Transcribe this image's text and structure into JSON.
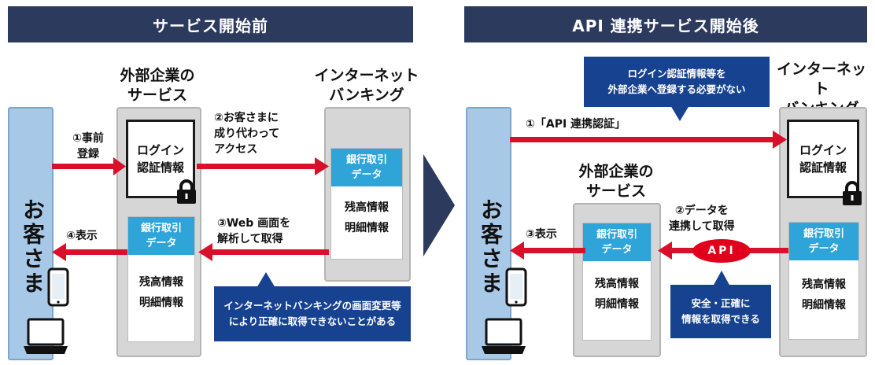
{
  "before": {
    "header": "サービス開始前",
    "customer": "お客さま",
    "company_title_1": "外部企業の",
    "company_title_2": "サービス",
    "bank_title_1": "インターネット",
    "bank_title_2": "バンキング",
    "login_1": "ログイン",
    "login_2": "認証情報",
    "step1_1": "①事前",
    "step1_2": "登録",
    "step2_1": "②お客さまに",
    "step2_2": "成り代わって",
    "step2_3": "アクセス",
    "step3_1": "③Web 画面を",
    "step3_2": "解析して取得",
    "step4": "④表示",
    "bank_data_head_1": "銀行取引",
    "bank_data_head_2": "データ",
    "balance": "残高情報",
    "detail": "明細情報",
    "callout_1": "インターネットバンキングの画面変更等",
    "callout_2": "により正確に取得できないことがある"
  },
  "after": {
    "header": "API 連携サービス開始後",
    "customer": "お客さま",
    "company_title_1": "外部企業の",
    "company_title_2": "サービス",
    "bank_title_1": "インターネット",
    "bank_title_2": "バンキング",
    "login_1": "ログイン",
    "login_2": "認証情報",
    "step1": "①「API 連携認証」",
    "step2_1": "②データを",
    "step2_2": "連携して取得",
    "step3": "③表示",
    "api": "API",
    "bank_data_head_1": "銀行取引",
    "bank_data_head_2": "データ",
    "balance": "残高情報",
    "detail": "明細情報",
    "callout_top_1": "ログイン認証情報等を",
    "callout_top_2": "外部企業へ登録する必要がない",
    "callout_bottom_1": "安全・正確に",
    "callout_bottom_2": "情報を取得できる"
  },
  "colors": {
    "header_bg": "#2c3a5e",
    "arrow_red": "#d8102a",
    "callout_blue": "#17428f",
    "bank_head_blue": "#2ea4d8",
    "customer_panel": "#a8c8e8",
    "service_panel": "#d6d6d6"
  },
  "icons": [
    "lock-icon",
    "smartphone-icon",
    "laptop-icon",
    "chevron-right-icon"
  ]
}
